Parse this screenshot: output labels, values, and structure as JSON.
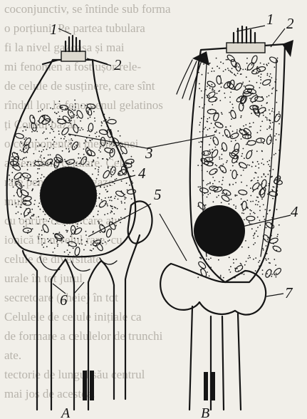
{
  "figure": {
    "labels": {
      "l1_left": "1",
      "l2_left": "2",
      "l1_right": "1",
      "l2_right": "2",
      "l3": "3",
      "l4_left": "4",
      "l4_right": "4",
      "l5": "5",
      "l6": "6",
      "l7": "7"
    },
    "captions": {
      "a": "A",
      "b": "B"
    }
  },
  "background_text": [
    "coconjunctiv, se întinde sub forma",
    "o porțiuni. Pe partea tubulara",
    "fi la nivel gazoasa și mai",
    "mi fenomen a fost ușor rele-",
    "de celule de susținere, care sînt",
    "rîndul lor la fenomenul gelatinos",
    "ți Cornul bazal",
    "o componentă a membranei",
    "ai sensibile celulare. Cele",
    "rare pentru a fi în gaze",
    "mult",
    "cu oprire celule care au",
    "ionică în nivelul rare, cu",
    "celule de diversitate",
    "urale în tot jurul",
    "secretoare (cheie) în tot",
    "Celulele de celule inițiale ca",
    "de formare a celulelor de trunchi",
    "ate.",
    "tectorie de lungul său centrul",
    "mai jos de acestea."
  ]
}
